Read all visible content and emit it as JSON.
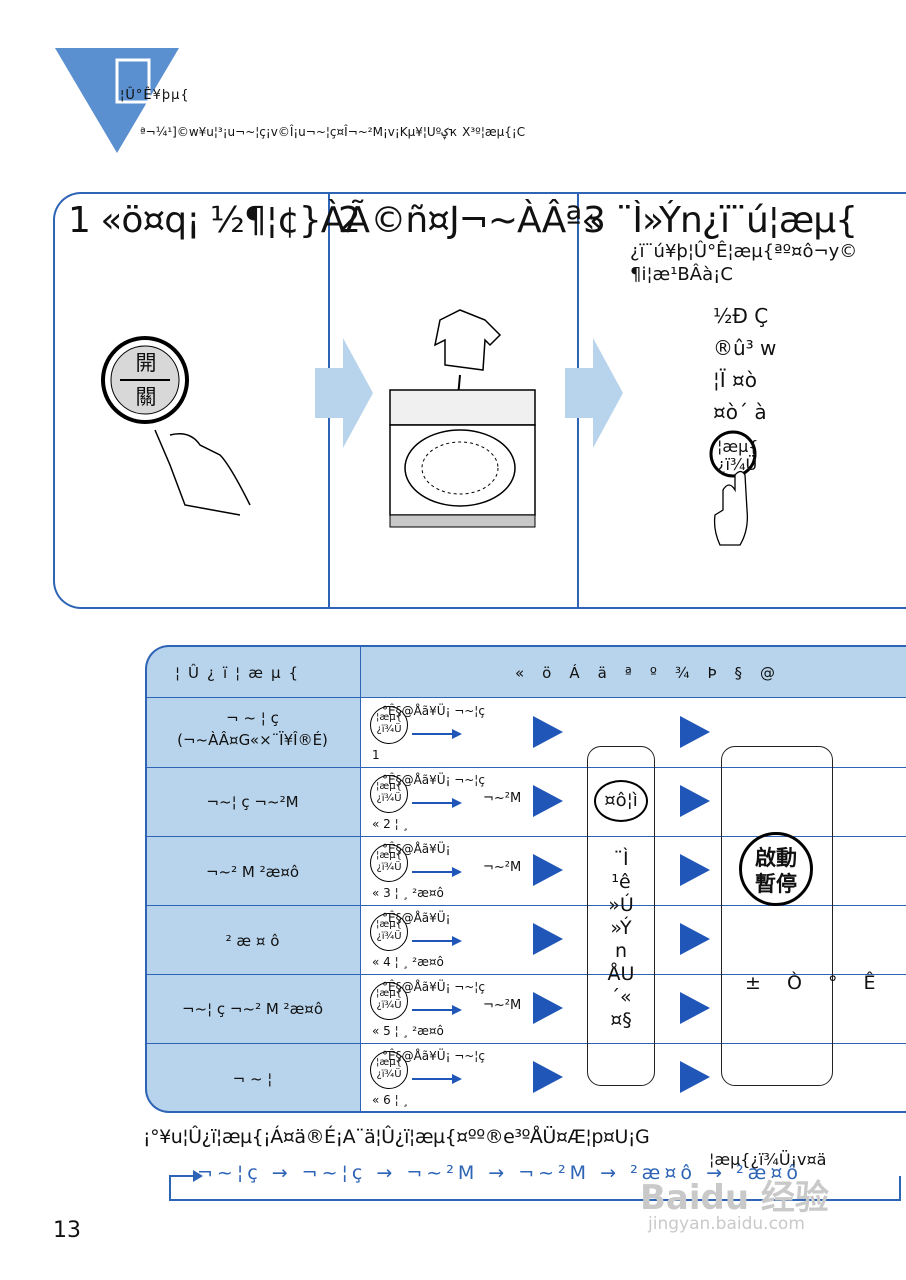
{
  "header": {
    "title": "¦Û°Ê¥þµ{",
    "subtitle": "ª¬­¼¹]©w¥u¦³¡u¬~¦ç¡v©Î¡u¬~¦ç¤Î¬~²M¡v¡Kµ¥¦Uºؼҡ X³º¦æµ{¡C"
  },
  "steps": [
    {
      "heading": "1 «ö¤q¡ ½¶¦¢}ÀÃ"
    },
    {
      "heading": "2 ©ñ¤J¬~ÀÂª«"
    },
    {
      "heading": "3 ¨Ì»Ý­n¿ï¨ú¦æµ{",
      "desc": "¿ï¨ú¥þ¦Û°Ê¦æµ{ªº¤ô¬y©\n¶i¦æ¹BÂà¡C",
      "vertical": "½Ð Ç\n®û³ w\n¦Ï ¤ò\n¤ò´ à",
      "button": "¦æµ{\n¿ï¾Ü"
    }
  ],
  "icons": {
    "power_button": "開\n關",
    "start_button": "啟動\n暫停"
  },
  "table": {
    "header_left": "¦Û¿ï¦æµ{",
    "header_right": "«öÁäªº¾Þ§@",
    "rows": [
      {
        "label": "¬ ~ ¦ ç\n(¬~ÀÂ¤G«×¨Ï¥Î®É)",
        "top": "°Ê§@Åã¥Ü¡ ¬~¦ç",
        "mid": "",
        "num": "1"
      },
      {
        "label": "¬~¦ ç ¬~²M",
        "top": "°Ê§@Åã¥Ü¡ ¬~¦ç",
        "mid": "¬~²M",
        "num": "« 2 ¦ ¸"
      },
      {
        "label": "¬~² M ²æ¤ô",
        "top": "°Ê§@Åã¥Ü¡",
        "mid": "¬~²M",
        "num": "« 3 ¦ ¸ ²æ¤ô"
      },
      {
        "label": "² æ ¤ ô",
        "top": "°Ê§@Åã¥Ü¡",
        "mid": "",
        "num": "« 4 ¦ ¸ ²æ¤ô"
      },
      {
        "label": "¬~¦ ç ¬~² M ²æ¤ô",
        "top": "°Ê§@Åã¥Ü¡ ¬~¦ç",
        "mid": "¬~²M",
        "num": "« 5 ¦ ¸ ²æ¤ô"
      },
      {
        "label": "¬ ~ ¦",
        "top": "°Ê§@Åã¥Ü¡ ¬~¦ç",
        "mid": "",
        "num": "« 6 ¦ ¸"
      }
    ],
    "box1_icon": "¤ô¦ì",
    "box1_text": "¨Ì\n¹ê\n»Ú\n»Ý\n­n\nÅU\n´«\n¤§",
    "box2_text": "± Ò ° Ê"
  },
  "footer": {
    "note": "¡°¥u¦Û¿ï¦æµ{¡Á¤ä®É¡A¨ä¦Û¿ï¦æµ{¤ºº®e³ºÅÜ¤Æ¦p¤U¡G",
    "note2": "¦æµ{¿ï¾Ü¡v¤ä",
    "cycle": "¬~¦ç → ¬~¦ç → ¬~²M → ¬~²M → ²æ¤ô → ²æ¤ô",
    "page_number": "13",
    "watermark_brand": "Baidu 经验",
    "watermark_url": "jingyan.baidu.com"
  },
  "colors": {
    "accent": "#2e64b5",
    "fill": "#b8d4ec",
    "arrow": "#1f56b8"
  }
}
